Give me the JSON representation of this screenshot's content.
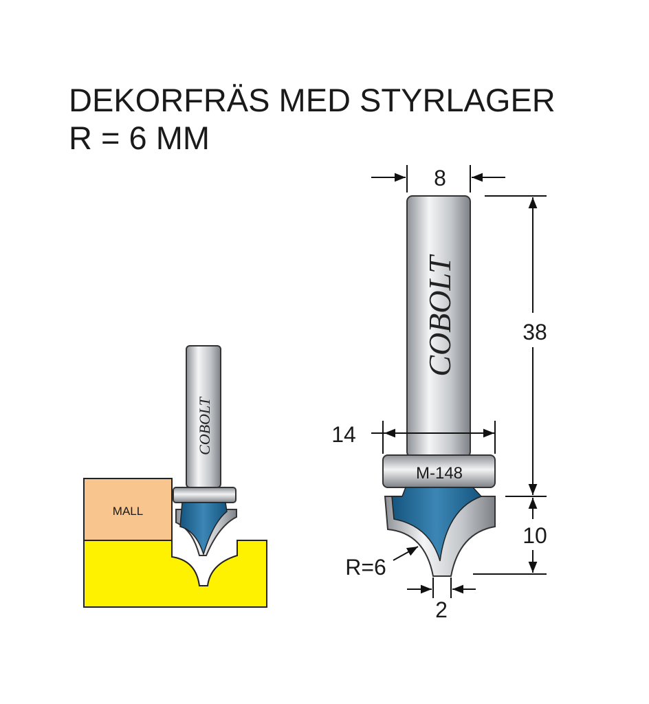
{
  "title": {
    "line1": "DEKORFRÄS MED STYRLAGER",
    "line2": "R = 6 MM"
  },
  "brand": "COBOLT",
  "colors": {
    "cutter_blue": "#1f6a9a",
    "steel": "#c9ccd0",
    "template": "#f9c58e",
    "workpiece": "#fff200"
  },
  "usage_figure": {
    "template_label": "MALL"
  },
  "bit_figure": {
    "model_code": "M-148",
    "dimensions": {
      "shank_diameter": "8",
      "shank_length": "38",
      "bearing_diameter": "14",
      "cutting_height": "10",
      "radius": "R=6",
      "tip_width": "2"
    }
  }
}
